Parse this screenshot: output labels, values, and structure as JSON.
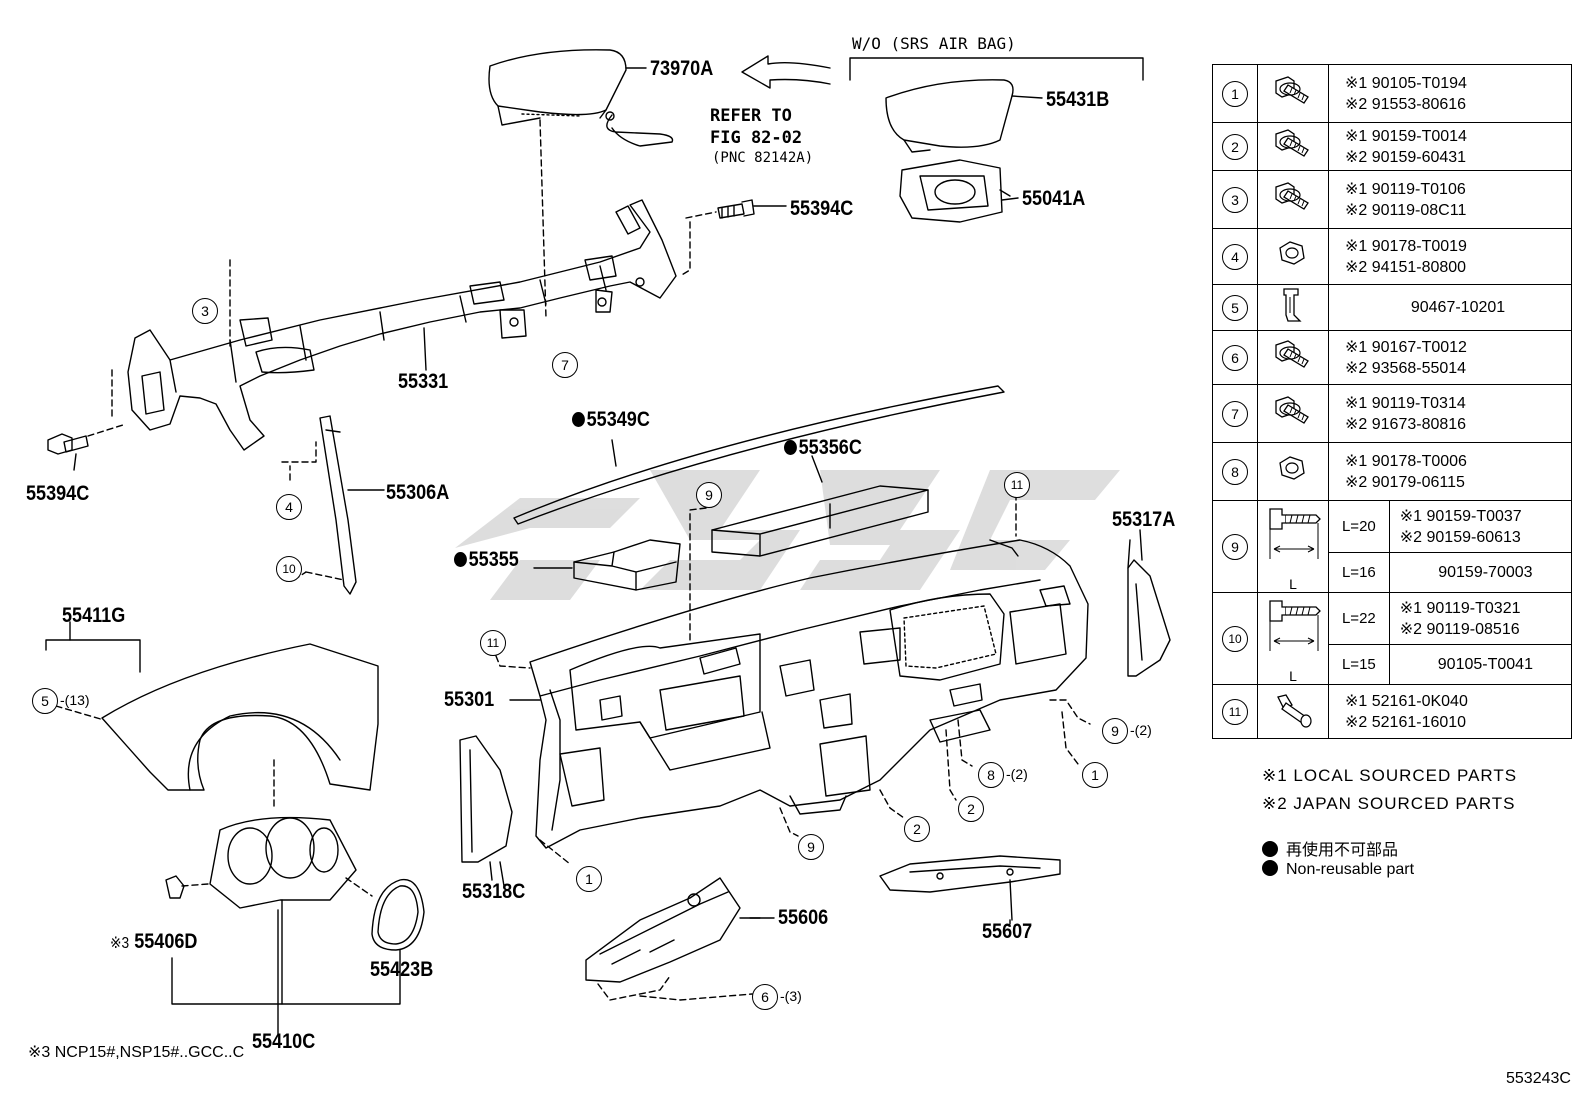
{
  "callouts": {
    "p73970A": "73970A",
    "p55431B": "55431B",
    "p55041A": "55041A",
    "p55394C_top": "55394C",
    "p55394C_left": "55394C",
    "p55331": "55331",
    "p55306A": "55306A",
    "p55349C": "55349C",
    "p55356C": "55356C",
    "p55355": "55355",
    "p55317A": "55317A",
    "p55411G": "55411G",
    "p55301": "55301",
    "p55318C": "55318C",
    "p55606": "55606",
    "p55607": "55607",
    "p55406D": "55406D",
    "p55406D_prefix": "※3",
    "p55423B": "55423B",
    "p55410C": "55410C"
  },
  "notes": {
    "wo_srs": "W/O (SRS AIR BAG)",
    "refer_line1": "REFER TO",
    "refer_line2": "FIG 82-02",
    "refer_line3": "(PNC 82142A)",
    "footnote3": "※3 NCP15#,NSP15#..GCC..C",
    "figure_code": "553243C",
    "local_sourced": "※1 LOCAL SOURCED PARTS",
    "japan_sourced": "※2 JAPAN SOURCED PARTS",
    "legend_jp": "再使用不可部品",
    "legend_en": "Non-reusable part"
  },
  "diagram_markers": {
    "m3": "3",
    "m7": "7",
    "m4": "4",
    "m10": "10",
    "m9a": "9",
    "m11a": "11",
    "m11b": "11",
    "m5": "5",
    "m5_qty": "-(13)",
    "m9b": "9",
    "m9b_qty": "-(2)",
    "m8": "8",
    "m8_qty": "-(2)",
    "m1a": "1",
    "m2a": "2",
    "m2b": "2",
    "m9c": "9",
    "m1b": "1",
    "m6": "6",
    "m6_qty": "-(3)"
  },
  "fasteners": [
    {
      "no": "1",
      "icon": "bolt-flange-icon",
      "lines": [
        "※1  90105-T0194",
        "※2  91553-80616"
      ]
    },
    {
      "no": "2",
      "icon": "bolt-washer-icon",
      "lines": [
        "※1  90159-T0014",
        "※2  90159-60431"
      ]
    },
    {
      "no": "3",
      "icon": "bolt-washer-icon",
      "lines": [
        "※1  90119-T0106",
        "※2  90119-08C11"
      ]
    },
    {
      "no": "4",
      "icon": "nut-icon",
      "lines": [
        "※1  90178-T0019",
        "※2  94151-80800"
      ]
    },
    {
      "no": "5",
      "icon": "clip-icon",
      "lines": [
        "90467-10201"
      ]
    },
    {
      "no": "6",
      "icon": "bolt-washer-icon",
      "lines": [
        "※1  90167-T0012",
        "※2  93568-55014"
      ]
    },
    {
      "no": "7",
      "icon": "bolt-washer-icon",
      "lines": [
        "※1  90119-T0314",
        "※2  91673-80816"
      ]
    },
    {
      "no": "8",
      "icon": "nut-icon",
      "lines": [
        "※1  90178-T0006",
        "※2  90179-06115"
      ]
    }
  ],
  "fasteners_len": [
    {
      "no": "9",
      "rows": [
        {
          "len": "L=20",
          "lines": [
            "※1  90159-T0037",
            "※2  90159-60613"
          ]
        },
        {
          "len": "L=16",
          "lines": [
            "90159-70003"
          ]
        }
      ],
      "dim_label": "L"
    },
    {
      "no": "10",
      "rows": [
        {
          "len": "L=22",
          "lines": [
            "※1  90119-T0321",
            "※2  90119-08516"
          ]
        },
        {
          "len": "L=15",
          "lines": [
            "90105-T0041"
          ]
        }
      ],
      "dim_label": "L"
    }
  ],
  "fastener11": {
    "no": "11",
    "icon": "push-clip-icon",
    "lines": [
      "※1 52161-0K040",
      "※2 52161-16010"
    ]
  }
}
